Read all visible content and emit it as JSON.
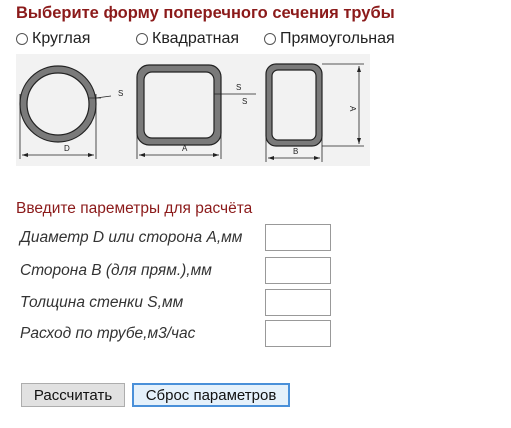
{
  "header": {
    "title": "Выберите форму поперечного сечения трубы"
  },
  "shape_options": [
    {
      "label": "Круглая",
      "selected": false
    },
    {
      "label": "Квадратная",
      "selected": false
    },
    {
      "label": "Прямоугольная",
      "selected": false
    }
  ],
  "diagram": {
    "labels": {
      "d": "D",
      "s": "S",
      "a": "A",
      "b": "B"
    }
  },
  "params": {
    "subtitle": "Введите пареметры для расчёта",
    "fields": [
      {
        "label": "Диаметр D или сторона A,мм",
        "value": ""
      },
      {
        "label": "Сторона B (для прям.),мм",
        "value": ""
      },
      {
        "label": "Толщина стенки S,мм",
        "value": ""
      },
      {
        "label": "Расход по трубе,м3/час",
        "value": ""
      }
    ]
  },
  "buttons": {
    "calculate": "Рассчитать",
    "reset": "Сброс параметров"
  }
}
